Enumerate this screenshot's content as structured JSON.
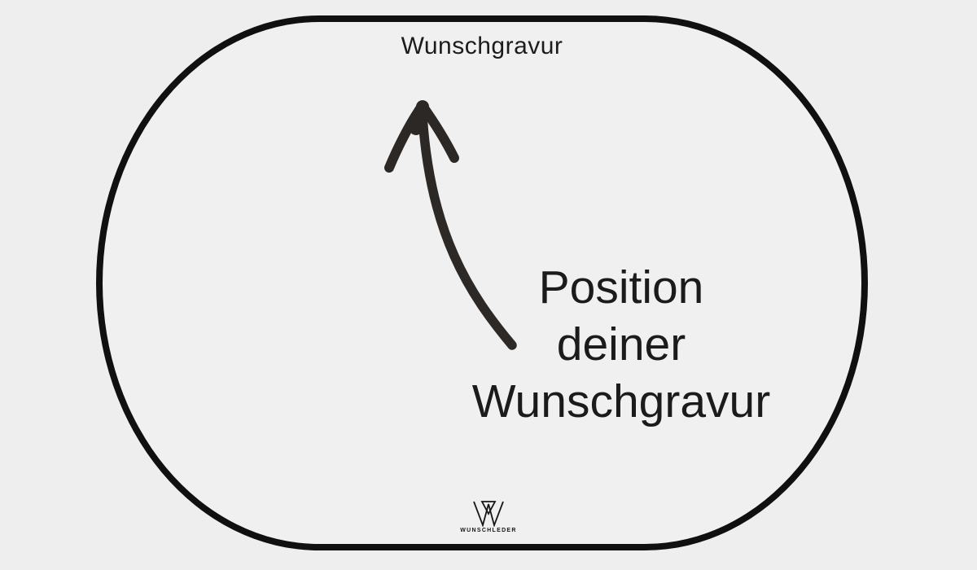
{
  "canvas": {
    "background_color": "#efeeee",
    "plate_outline_color": "#101010",
    "text_color": "#1b1b1b"
  },
  "plate": {
    "top_label": "Wunschgravur",
    "annotation": {
      "lines": [
        "Position",
        "deiner",
        "Wunschgravur"
      ]
    },
    "logo": {
      "mark": "w-triangle-monogram",
      "brand": "WUNSCHLEDER"
    }
  },
  "arrow": {
    "style": "hand-drawn curved arrow pointing up toward engraving area",
    "color": "#23201e"
  }
}
